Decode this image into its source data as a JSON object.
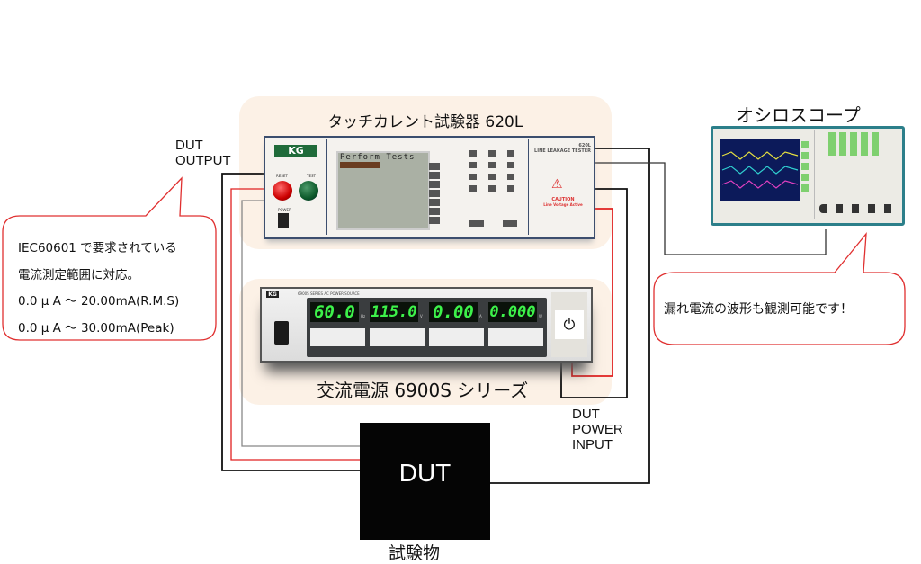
{
  "tester": {
    "title": "タッチカレント試験器 620L",
    "brand": "KG",
    "screen_title": "Perform Tests",
    "model": "620L",
    "model_name": "LINE LEAKAGE TESTER",
    "caution": "CAUTION",
    "caution_sub": "Line Voltage Active",
    "button_reset": "RESET",
    "button_test": "TEST",
    "power_label": "POWER"
  },
  "power_source": {
    "title": "交流電源 6900S シリーズ",
    "brand": "KG",
    "series_label": "6900S  SERIES AC POWER SOURCE",
    "displays": [
      {
        "value": "60.0",
        "unit": "Hz"
      },
      {
        "value": "115.0",
        "unit": "V"
      },
      {
        "value": "0.00",
        "unit": "A"
      },
      {
        "value": "0.000",
        "unit": "W"
      }
    ]
  },
  "oscilloscope": {
    "title": "オシロスコープ"
  },
  "dut": {
    "label": "DUT",
    "caption": "試験物"
  },
  "labels": {
    "dut_output_1": "DUT",
    "dut_output_2": "OUTPUT",
    "dut_power_1": "DUT",
    "dut_power_2": "POWER",
    "dut_power_3": "INPUT"
  },
  "callout_left": {
    "lines": [
      "IEC60601 で要求されている",
      "電流測定範囲に対応。",
      "0.0 μ A 〜 20.00mA(R.M.S)",
      "0.0 μ A 〜 30.00mA(Peak)"
    ]
  },
  "callout_right": {
    "text": "漏れ電流の波形も観測可能です！"
  },
  "colors": {
    "wire_black": "#111111",
    "wire_red": "#e02020",
    "wire_gray": "#888888",
    "callout_border": "#e03030",
    "panel_bg": "#fcf1e6"
  }
}
